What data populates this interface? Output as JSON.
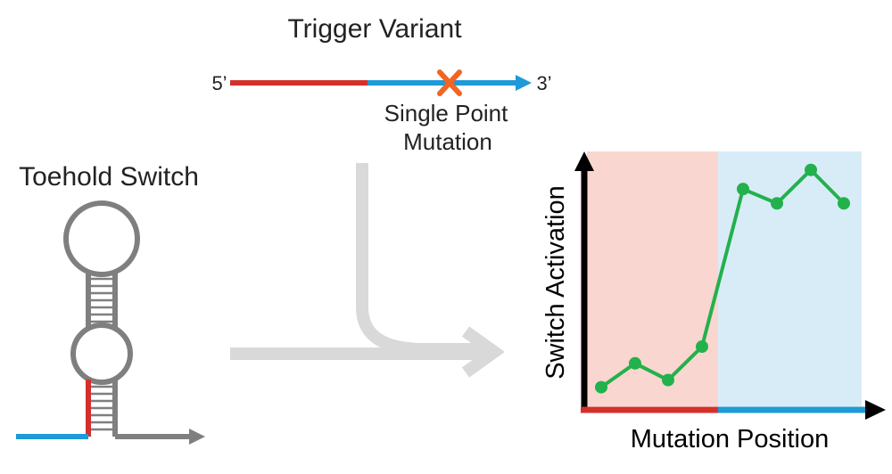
{
  "trigger": {
    "title": "Trigger Variant",
    "five_prime": "5’",
    "three_prime": "3’",
    "mutation_label_line1": "Single Point",
    "mutation_label_line2": "Mutation"
  },
  "toehold": {
    "title": "Toehold Switch"
  },
  "chart_data": {
    "type": "line",
    "xlabel": "Mutation Position",
    "ylabel": "Switch Activation",
    "regions": [
      {
        "color": "#f9d6cf"
      },
      {
        "color": "#d8ecf7"
      }
    ],
    "series": [
      {
        "values": [
          0.05,
          0.15,
          0.08,
          0.22,
          0.88,
          0.82,
          0.96,
          0.82
        ],
        "color": "#22b14c"
      }
    ],
    "ylim": [
      0,
      1
    ]
  },
  "colors": {
    "red": "#d4302b",
    "blue": "#1e9ad6",
    "gray": "#7f7f7f",
    "light_gray": "#d9d9d9",
    "mutation_x": "#f26522",
    "line": "#22b14c"
  }
}
